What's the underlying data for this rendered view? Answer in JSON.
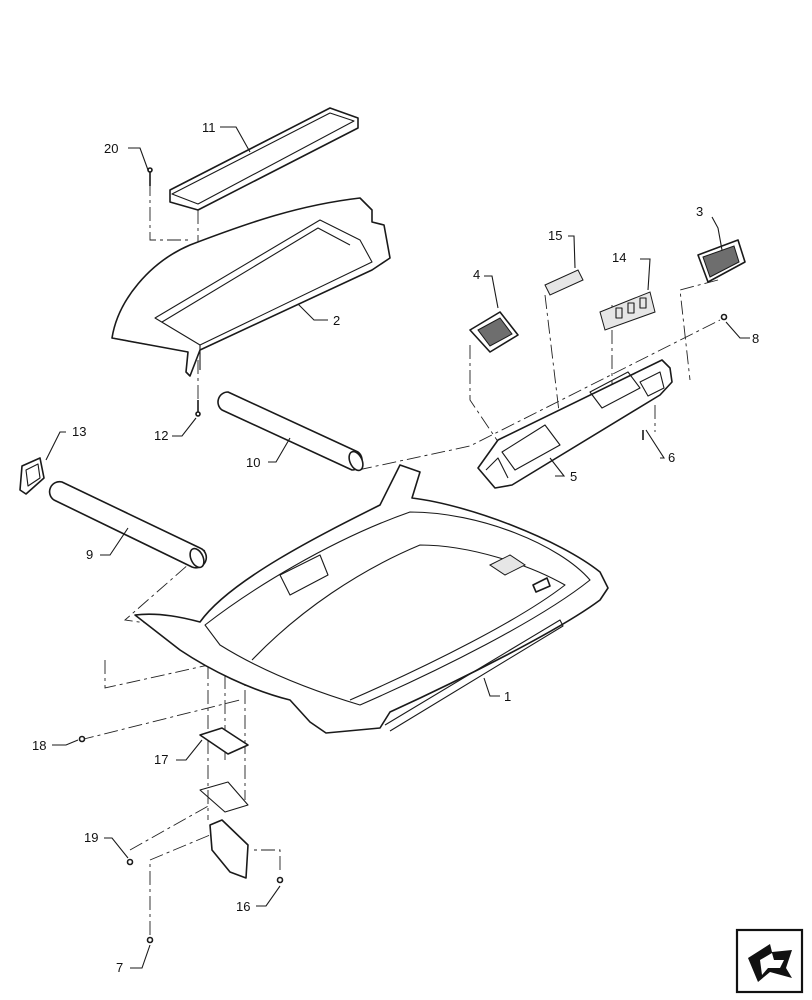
{
  "callouts": {
    "c1": "1",
    "c2": "2",
    "c3": "3",
    "c4": "4",
    "c5": "5",
    "c6": "6",
    "c7": "7",
    "c8": "8",
    "c9": "9",
    "c10": "10",
    "c11": "11",
    "c12": "12",
    "c13": "13",
    "c14": "14",
    "c15": "15",
    "c16": "16",
    "c17": "17",
    "c18": "18",
    "c19": "19",
    "c20": "20"
  },
  "icons": {
    "navigation": "next-page-arrow-icon"
  },
  "colors": {
    "line": "#1a1a1a",
    "background": "#ffffff"
  }
}
